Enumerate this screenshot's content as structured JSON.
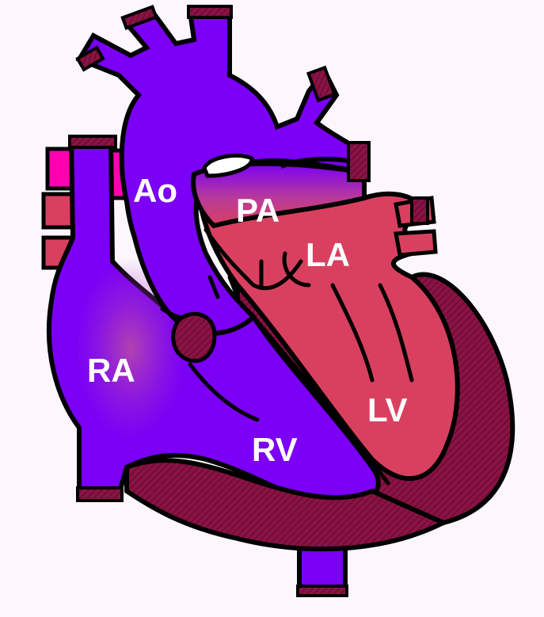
{
  "diagram": {
    "labels": {
      "ao": "Ao",
      "pa": "PA",
      "la": "LA",
      "ra": "RA",
      "rv": "RV",
      "lv": "LV"
    },
    "colors": {
      "background": "#fdf7fd",
      "deoxygenated": "#7b00f5",
      "oxygenated": "#d94060",
      "muscle": "#8a1244",
      "vessel_cut": "#c0306a",
      "outline": "#000000"
    }
  }
}
